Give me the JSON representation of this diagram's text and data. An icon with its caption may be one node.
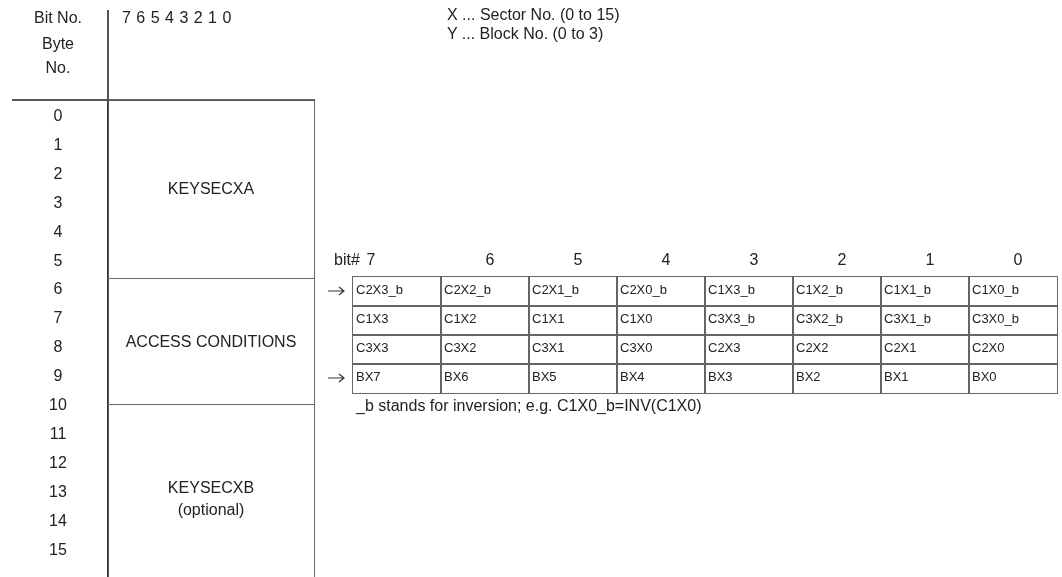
{
  "diagram": {
    "nodes": [
      {
        "text": [
          "KEYSECXA"
        ]
      },
      {
        "text": [
          "ACCESS CONDITIONS"
        ]
      },
      {
        "text": [
          "KEYSECXB",
          "(optional)"
        ]
      }
    ],
    "labels": [
      "Bit No.",
      "Byte No.",
      "7 6 5 4 3 2 1 0",
      "X ... Sector No. (0 to 15)",
      "Y ... Block No. (0 to 3)",
      "0",
      "1",
      "2",
      "3",
      "4",
      "5",
      "6",
      "7",
      "8",
      "9",
      "10",
      "11",
      "12",
      "13",
      "14",
      "15",
      "bit#",
      "7",
      "6",
      "5",
      "4",
      "3",
      "2",
      "1",
      "0",
      "C2X3_b",
      "C2X2_b",
      "C2X1_b",
      "C2X0_b",
      "C1X3_b",
      "C1X2_b",
      "C1X1_b",
      "C1X0_b",
      "C1X3",
      "C1X2",
      "C1X1",
      "C1X0",
      "C3X3_b",
      "C3X2_b",
      "C3X1_b",
      "C3X0_b",
      "C3X3",
      "C3X2",
      "C3X1",
      "C3X0",
      "C2X3",
      "C2X2",
      "C2X1",
      "C2X0",
      "BX7",
      "BX6",
      "BX5",
      "BX4",
      "BX3",
      "BX2",
      "BX1",
      "BX0",
      "_b stands for inversion; e.g. C1X0_b=INV(C1X0)"
    ]
  }
}
